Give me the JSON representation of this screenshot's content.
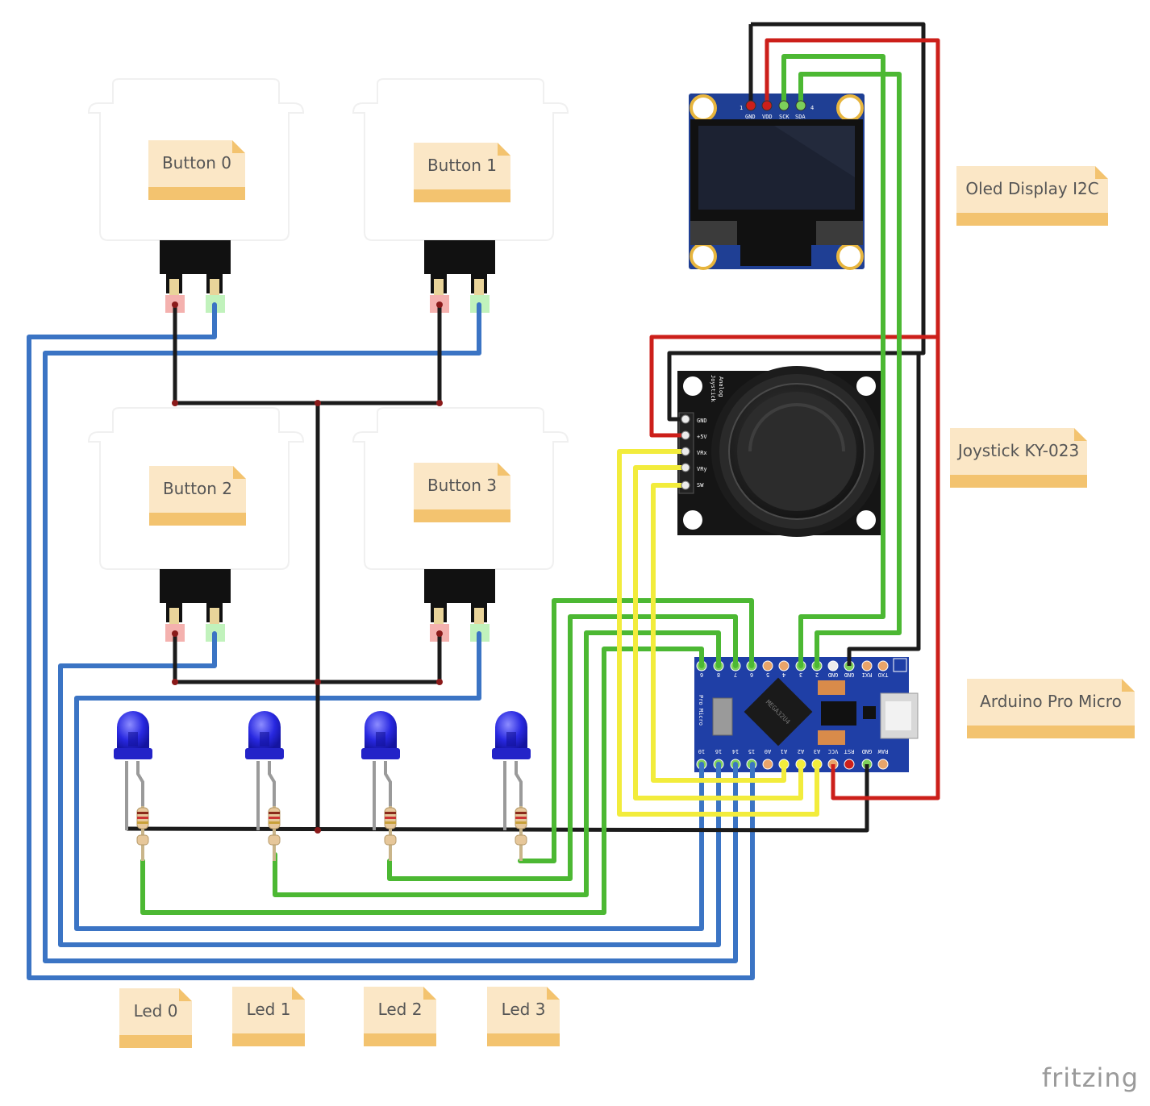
{
  "components": {
    "buttons": [
      "Button 0",
      "Button 1",
      "Button 2",
      "Button 3"
    ],
    "oled": {
      "label": "Oled Display I2C",
      "pins": [
        "GND",
        "VDD",
        "SCK",
        "SDA"
      ],
      "pin_first": "1",
      "pin_last": "4"
    },
    "joystick": {
      "label": "Joystick KY-023",
      "title_line1": "Analog",
      "title_line2": "Joystick",
      "pins": [
        "GND",
        "+5V",
        "VRx",
        "VRy",
        "SW"
      ]
    },
    "arduino": {
      "label": "Arduino Pro Micro",
      "board_name": "Pro Micro",
      "chip": "MEGA32U4",
      "top_pins": [
        "6",
        "8",
        "7",
        "6",
        "5",
        "4",
        "3",
        "2",
        "GND",
        "GND",
        "RXI",
        "TXO"
      ],
      "bottom_pins": [
        "10",
        "16",
        "14",
        "15",
        "A0",
        "A1",
        "A2",
        "A3",
        "VCC",
        "RST",
        "GND",
        "RAW"
      ]
    },
    "leds": [
      "Led 0",
      "Led 1",
      "Led 2",
      "Led 3"
    ]
  },
  "brand": "fritzing",
  "colors": {
    "wire_black": "#1b1b1b",
    "wire_red": "#cc1f1a",
    "wire_blue": "#3b74c4",
    "wire_green": "#4cb833",
    "wire_yellow": "#f2ec3c",
    "note_fill": "#fbe7c6",
    "note_band": "#f3c36f",
    "board_blue": "#1f3fa6"
  }
}
